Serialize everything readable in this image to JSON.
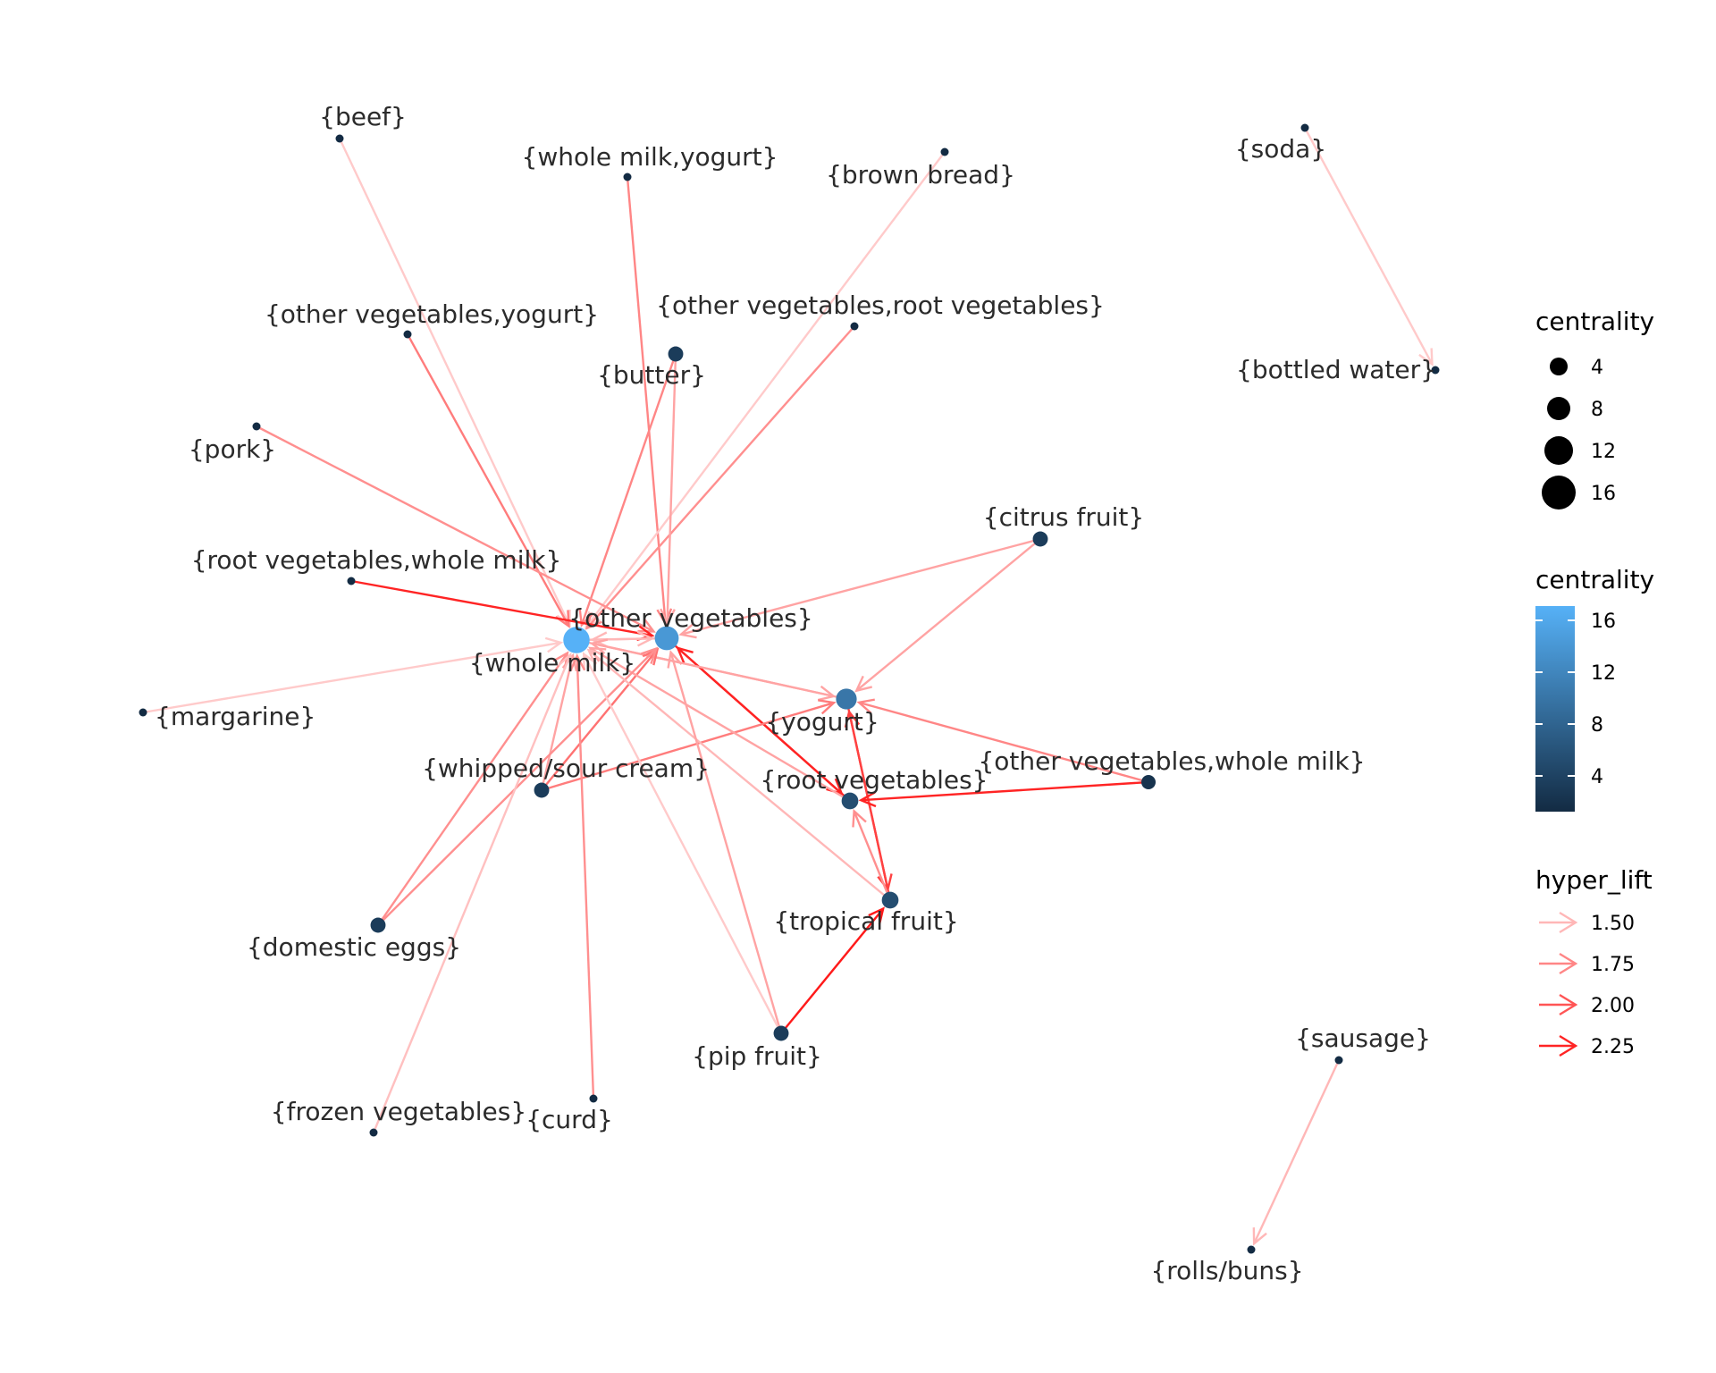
{
  "nodes": [
    {
      "id": "beef",
      "label": "{beef}",
      "centrality": 1
    },
    {
      "id": "whole_milk_yogurt",
      "label": "{whole milk,yogurt}",
      "centrality": 1
    },
    {
      "id": "brown_bread",
      "label": "{brown bread}",
      "centrality": 1
    },
    {
      "id": "soda",
      "label": "{soda}",
      "centrality": 1
    },
    {
      "id": "bottled_water",
      "label": "{bottled water}",
      "centrality": 1
    },
    {
      "id": "other_veg_yogurt",
      "label": "{other vegetables,yogurt}",
      "centrality": 1
    },
    {
      "id": "other_veg_root_veg",
      "label": "{other vegetables,root vegetables}",
      "centrality": 1
    },
    {
      "id": "butter",
      "label": "{butter}",
      "centrality": 3
    },
    {
      "id": "pork",
      "label": "{pork}",
      "centrality": 1
    },
    {
      "id": "citrus_fruit",
      "label": "{citrus fruit}",
      "centrality": 3
    },
    {
      "id": "root_veg_whole_milk",
      "label": "{root vegetables,whole milk}",
      "centrality": 1
    },
    {
      "id": "other_vegetables",
      "label": "{other vegetables}",
      "centrality": 14
    },
    {
      "id": "whole_milk",
      "label": "{whole milk}",
      "centrality": 17
    },
    {
      "id": "margarine",
      "label": "{margarine}",
      "centrality": 1
    },
    {
      "id": "yogurt",
      "label": "{yogurt}",
      "centrality": 10
    },
    {
      "id": "whipped_sour_cream",
      "label": "{whipped/sour cream}",
      "centrality": 3
    },
    {
      "id": "root_vegetables",
      "label": "{root vegetables}",
      "centrality": 5
    },
    {
      "id": "other_veg_whole_milk",
      "label": "{other vegetables,whole milk}",
      "centrality": 2
    },
    {
      "id": "domestic_eggs",
      "label": "{domestic eggs}",
      "centrality": 3
    },
    {
      "id": "tropical_fruit",
      "label": "{tropical fruit}",
      "centrality": 5
    },
    {
      "id": "pip_fruit",
      "label": "{pip fruit}",
      "centrality": 3
    },
    {
      "id": "sausage",
      "label": "{sausage}",
      "centrality": 1
    },
    {
      "id": "frozen_vegetables",
      "label": "{frozen vegetables}",
      "centrality": 1
    },
    {
      "id": "curd",
      "label": "{curd}",
      "centrality": 1
    },
    {
      "id": "rolls_buns",
      "label": "{rolls/buns}",
      "centrality": 1
    }
  ],
  "edges": [
    {
      "from": "beef",
      "to": "whole_milk",
      "hyper_lift": 1.4
    },
    {
      "from": "whole_milk_yogurt",
      "to": "other_vegetables",
      "hyper_lift": 1.75
    },
    {
      "from": "brown_bread",
      "to": "whole_milk",
      "hyper_lift": 1.4
    },
    {
      "from": "soda",
      "to": "bottled_water",
      "hyper_lift": 1.4
    },
    {
      "from": "other_veg_yogurt",
      "to": "whole_milk",
      "hyper_lift": 1.8
    },
    {
      "from": "other_veg_root_veg",
      "to": "whole_milk",
      "hyper_lift": 1.7
    },
    {
      "from": "butter",
      "to": "whole_milk",
      "hyper_lift": 1.75
    },
    {
      "from": "butter",
      "to": "other_vegetables",
      "hyper_lift": 1.6
    },
    {
      "from": "pork",
      "to": "other_vegetables",
      "hyper_lift": 1.7
    },
    {
      "from": "citrus_fruit",
      "to": "other_vegetables",
      "hyper_lift": 1.6
    },
    {
      "from": "citrus_fruit",
      "to": "yogurt",
      "hyper_lift": 1.6
    },
    {
      "from": "root_veg_whole_milk",
      "to": "other_vegetables",
      "hyper_lift": 2.25
    },
    {
      "from": "margarine",
      "to": "whole_milk",
      "hyper_lift": 1.4
    },
    {
      "from": "whole_milk",
      "to": "other_vegetables",
      "hyper_lift": 1.5
    },
    {
      "from": "other_vegetables",
      "to": "whole_milk",
      "hyper_lift": 1.5
    },
    {
      "from": "whole_milk",
      "to": "yogurt",
      "hyper_lift": 1.6
    },
    {
      "from": "other_vegetables",
      "to": "root_vegetables",
      "hyper_lift": 2.25
    },
    {
      "from": "root_vegetables",
      "to": "other_vegetables",
      "hyper_lift": 2.25
    },
    {
      "from": "yogurt",
      "to": "whole_milk",
      "hyper_lift": 1.6
    },
    {
      "from": "yogurt",
      "to": "tropical_fruit",
      "hyper_lift": 2.1
    },
    {
      "from": "tropical_fruit",
      "to": "yogurt",
      "hyper_lift": 2.1
    },
    {
      "from": "whipped_sour_cream",
      "to": "yogurt",
      "hyper_lift": 1.8
    },
    {
      "from": "whipped_sour_cream",
      "to": "other_vegetables",
      "hyper_lift": 1.85
    },
    {
      "from": "whipped_sour_cream",
      "to": "whole_milk",
      "hyper_lift": 1.6
    },
    {
      "from": "root_vegetables",
      "to": "whole_milk",
      "hyper_lift": 1.6
    },
    {
      "from": "other_veg_whole_milk",
      "to": "root_vegetables",
      "hyper_lift": 2.25
    },
    {
      "from": "other_veg_whole_milk",
      "to": "yogurt",
      "hyper_lift": 1.75
    },
    {
      "from": "domestic_eggs",
      "to": "whole_milk",
      "hyper_lift": 1.7
    },
    {
      "from": "domestic_eggs",
      "to": "other_vegetables",
      "hyper_lift": 1.7
    },
    {
      "from": "tropical_fruit",
      "to": "whole_milk",
      "hyper_lift": 1.5
    },
    {
      "from": "tropical_fruit",
      "to": "root_vegetables",
      "hyper_lift": 1.7
    },
    {
      "from": "pip_fruit",
      "to": "tropical_fruit",
      "hyper_lift": 2.3
    },
    {
      "from": "pip_fruit",
      "to": "other_vegetables",
      "hyper_lift": 1.6
    },
    {
      "from": "pip_fruit",
      "to": "whole_milk",
      "hyper_lift": 1.4
    },
    {
      "from": "frozen_vegetables",
      "to": "whole_milk",
      "hyper_lift": 1.45
    },
    {
      "from": "curd",
      "to": "whole_milk",
      "hyper_lift": 1.7
    },
    {
      "from": "sausage",
      "to": "rolls_buns",
      "hyper_lift": 1.5
    }
  ],
  "legend": {
    "size_title": "centrality",
    "size_ticks": [
      "4",
      "8",
      "12",
      "16"
    ],
    "color_title": "centrality",
    "color_ticks": [
      "16",
      "12",
      "8",
      "4"
    ],
    "edge_title": "hyper_lift",
    "edge_ticks": [
      "1.50",
      "1.75",
      "2.00",
      "2.25"
    ]
  },
  "colors": {
    "node_low": "#132B43",
    "node_high": "#56B1F7",
    "edge_low": "#FFD4D4",
    "edge_high": "#FF1A1A",
    "label": "#2b2b2b"
  }
}
